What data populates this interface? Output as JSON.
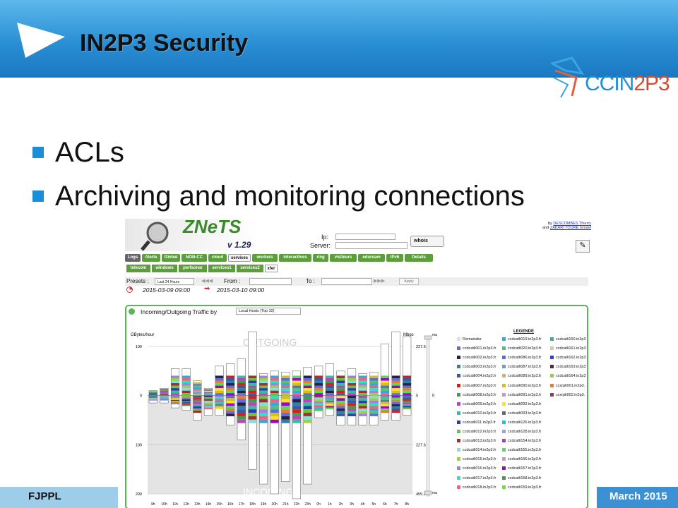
{
  "header": {
    "title": "IN2P3 Security"
  },
  "logo": {
    "text_a": "CCIN",
    "text_b": "2P3"
  },
  "bullets": [
    {
      "text": "ACLs"
    },
    {
      "text": "Archiving and monitoring connections"
    }
  ],
  "footer": {
    "left": "FJPPL",
    "right": "March 2015"
  },
  "app": {
    "logo_text": "NeTS",
    "version": "v 1.29",
    "ip_label": "Ip:",
    "server_label": "Server:",
    "whois_label": "whois",
    "author_by": "by",
    "author_1": "DESCOMBES Thierry",
    "author_and": "and",
    "author_2": "ZAKARI TOURE Ismael",
    "tabs": [
      "Logs",
      "Alerts",
      "Global",
      "NON-CC",
      "cloud",
      "services",
      "workers",
      "interactives",
      "ring",
      "visiteurs",
      "eduroam",
      "IPv6",
      "Details"
    ],
    "subtabs": [
      "telecom",
      "windows",
      "perfsonar",
      "services1",
      "services2",
      "xfer"
    ],
    "presets_label": "Presets :",
    "presets_value": "Last 24 Hours",
    "from_label": "From :",
    "to_label": "To :",
    "apply_label": "Apply",
    "range_from": "2015-03-09 09:00",
    "range_to": "2015-03-10 09:00",
    "panel_title": "Incoming/Outgoing Traffic by",
    "panel_select": "Local Hosts (Top 10)",
    "left_unit": "GBytes/hour",
    "right_unit": "Mbps",
    "outgoing_label": "OUTGOING",
    "incoming_label": "INCOMING",
    "max_out": "max OUT",
    "max_inc": "max INC",
    "zero": "0",
    "legend_title": "LEGENDE",
    "legend": [
      [
        "Remainder",
        "ccdcatli019.in2p3.fr",
        "ccdcatli160.in2p3"
      ],
      [
        "ccdcatli001.in2p3.fr",
        "ccdcatli020.in2p3.fr",
        "ccdcatli161.in2p3"
      ],
      [
        "ccdcatli002.in2p3.fr",
        "ccdcatli086.in2p3.fr",
        "ccdcatli162.in2p3"
      ],
      [
        "ccdcatli003.in2p3.fr",
        "ccdcatli087.in2p3.fr",
        "ccdcatli163.in2p3"
      ],
      [
        "ccdcatli004.in2p3.fr",
        "ccdcatli089.in2p3.fr",
        "ccdcatli164.in2p3"
      ],
      [
        "ccdcatli007.in2p3.fr",
        "ccdcatli090.in2p3.fr",
        "ccxrpli001.in2p3."
      ],
      [
        "ccdcatli008.in2p3.fr",
        "ccdcatli091.in2p3.fr",
        "ccxrpli002.in2p3."
      ],
      [
        "ccdcatli009.in2p3.fr",
        "ccdcatli092.in2p3.fr",
        ""
      ],
      [
        "ccdcatli010.in2p3.fr",
        "ccdcatli093.in2p3.fr",
        ""
      ],
      [
        "ccdcatli011.in2p3.fr",
        "ccdcatli126.in2p3.fr",
        ""
      ],
      [
        "ccdcatli012.in2p3.fr",
        "ccdcatli128.in2p3.fr",
        ""
      ],
      [
        "ccdcatli013.in2p3.fr",
        "ccdcatli154.in2p3.fr",
        ""
      ],
      [
        "ccdcatli014.in2p3.fr",
        "ccdcatli155.in2p3.fr",
        ""
      ],
      [
        "ccdcatli015.in2p3.fr",
        "ccdcatli156.in2p3.fr",
        ""
      ],
      [
        "ccdcatli016.in2p3.fr",
        "ccdcatli157.in2p3.fr",
        ""
      ],
      [
        "ccdcatli017.in2p3.fr",
        "ccdcatli158.in2p3.fr",
        ""
      ],
      [
        "ccdcatli018.in2p3.fr",
        "ccdcatli159.in2p3.fr",
        ""
      ]
    ],
    "legend_colors": [
      [
        "#dddddd",
        "#3aa6d8",
        "#4da48c"
      ],
      [
        "#6b6bd8",
        "#52c46f",
        "#e0c3a0"
      ],
      [
        "#222244",
        "#5c6fd0",
        "#3a3ad0"
      ],
      [
        "#2f7fa8",
        "#6aa0c8",
        "#5a2a2a"
      ],
      [
        "#3a5aa0",
        "#d0b080",
        "#9ac850"
      ],
      [
        "#d02020",
        "#d0c020",
        "#e08030"
      ],
      [
        "#3aa04a",
        "#d090d0",
        "#8a3a6a"
      ],
      [
        "#c040c0",
        "#ffe030",
        "#fff"
      ],
      [
        "#30c0a0",
        "#6a6a6a",
        "#fff"
      ],
      [
        "#2a40a0",
        "#20c0e0",
        "#fff"
      ],
      [
        "#70c040",
        "#a0a0e0",
        "#fff"
      ],
      [
        "#a03030",
        "#a040c0",
        "#fff"
      ],
      [
        "#80e0e0",
        "#50e050",
        "#fff"
      ],
      [
        "#a0d040",
        "#c0a0c0",
        "#fff"
      ],
      [
        "#a080e0",
        "#a000d0",
        "#fff"
      ],
      [
        "#30e0c0",
        "#40a040",
        "#fff"
      ],
      [
        "#f06080",
        "#70e030",
        "#fff"
      ]
    ]
  },
  "chart_data": {
    "type": "bar",
    "categories": [
      "9h",
      "10h",
      "11h",
      "12h",
      "13h",
      "14h",
      "15h",
      "16h",
      "17h",
      "18h",
      "19h",
      "20h",
      "21h",
      "22h",
      "23h",
      "0h",
      "1h",
      "2h",
      "3h",
      "4h",
      "5h",
      "6h",
      "7h",
      "8h"
    ],
    "outgoing": [
      10,
      15,
      55,
      55,
      30,
      15,
      60,
      65,
      75,
      130,
      45,
      50,
      48,
      50,
      58,
      60,
      65,
      50,
      55,
      45,
      48,
      105,
      130,
      120
    ],
    "incoming": [
      15,
      15,
      25,
      30,
      50,
      40,
      40,
      60,
      90,
      150,
      180,
      200,
      175,
      210,
      180,
      45,
      40,
      60,
      60,
      60,
      60,
      50,
      50,
      40
    ],
    "ylim": [
      -200,
      100
    ],
    "left_ticks": [
      "100",
      "0",
      "100",
      "200"
    ],
    "right_ticks": [
      "227.6",
      "0",
      "227.6",
      "455.2"
    ]
  }
}
